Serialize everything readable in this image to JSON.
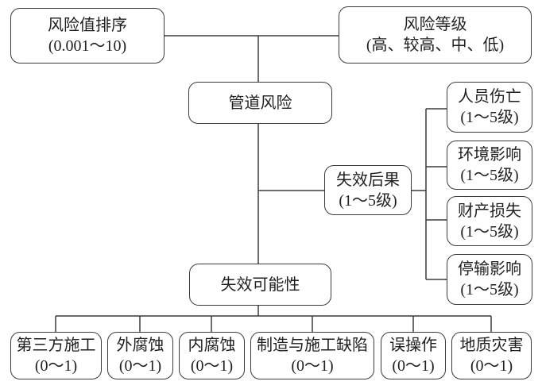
{
  "diagram": {
    "description": "pipeline-risk-assessment-tree",
    "line_color": "#3a3a3a",
    "box_background": "#ffffff",
    "text_color": "#1f1f1f"
  },
  "nodes": {
    "risk_ranking": {
      "label": "风险值排序",
      "sub": "(0.001～10)"
    },
    "risk_level": {
      "label": "风险等级",
      "sub": "(高、较高、中、低)"
    },
    "pipeline_risk": {
      "label": "管道风险"
    },
    "failure_consequence": {
      "label": "失效后果",
      "sub": "(1～5级)"
    },
    "casualty": {
      "label": "人员伤亡",
      "sub": "(1～5级)"
    },
    "environment_impact": {
      "label": "环境影响",
      "sub": "(1～5级)"
    },
    "property_loss": {
      "label": "财产损失",
      "sub": "(1～5级)"
    },
    "shutdown_impact": {
      "label": "停输影响",
      "sub": "(1～5级)"
    },
    "failure_possibility": {
      "label": "失效可能性"
    },
    "third_party_construction": {
      "label": "第三方施工",
      "sub": "(0～1)"
    },
    "external_corrosion": {
      "label": "外腐蚀",
      "sub": "(0～1)"
    },
    "internal_corrosion": {
      "label": "内腐蚀",
      "sub": "(0～1)"
    },
    "manufacturing_defect": {
      "label": "制造与施工缺陷",
      "sub": "(0～1)"
    },
    "misoperation": {
      "label": "误操作",
      "sub": "(0～1)"
    },
    "geological_hazard": {
      "label": "地质灾害",
      "sub": "(0～1)"
    }
  }
}
